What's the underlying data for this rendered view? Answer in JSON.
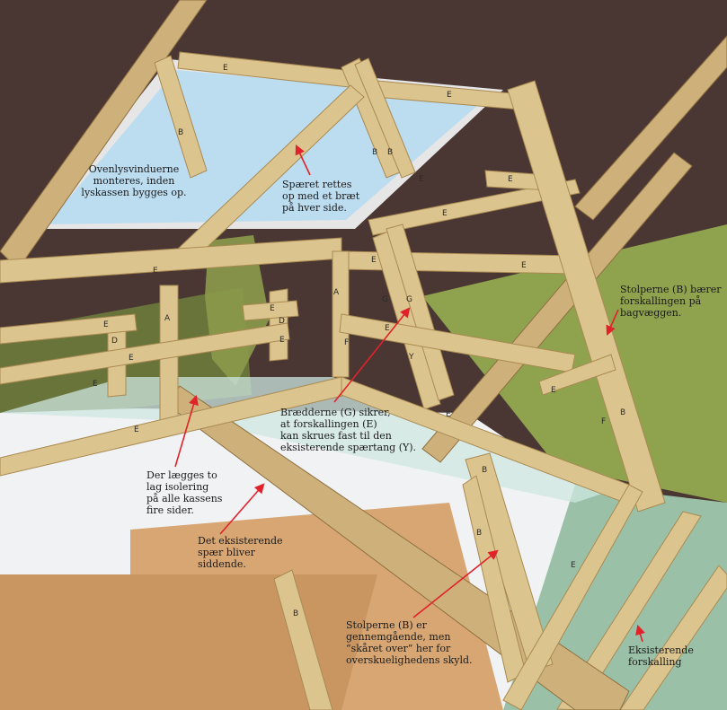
{
  "annotations": {
    "skylight": "Ovenlysvinduerne\nmonteres, inden\nlyskassen bygges op.",
    "rafter_straightened": "Spæret rettes\nop med et bræt\npå hver side.",
    "posts_carry": "Stolperne (B) bærer\nforskallingen på\nbagvæggen.",
    "boards_g": "Brædderne (G) sikrer,\nat forskallingen (E)\nkan skrues fast til den\neksisterende spærtang (Y).",
    "insulation": "Der lægges to\nlag isolering\npå alle kassens\nfire sider.",
    "existing_rafter": "Det eksisterende\nspær bliver\nsiddende.",
    "posts_through": "Stolperne (B) er\ngennemgående, men\n“skåret over” her for\noverskuelighedens skyld.",
    "existing_battens": "Eksisterende\nforskalling"
  },
  "labels": {
    "A": "A",
    "B": "B",
    "D": "D",
    "E": "E",
    "F": "F",
    "G": "G",
    "Y": "Y"
  },
  "colors": {
    "roof_underside": "#4a3733",
    "wood": "#dcc48e",
    "wood_edge": "#a98a52",
    "insulation": "#8fa24e",
    "sky": "#bcdcf0",
    "glass": "#cde7e2",
    "floor": "#d7a673",
    "wall": "#f1f2f4",
    "arrow": "#e0222a"
  }
}
